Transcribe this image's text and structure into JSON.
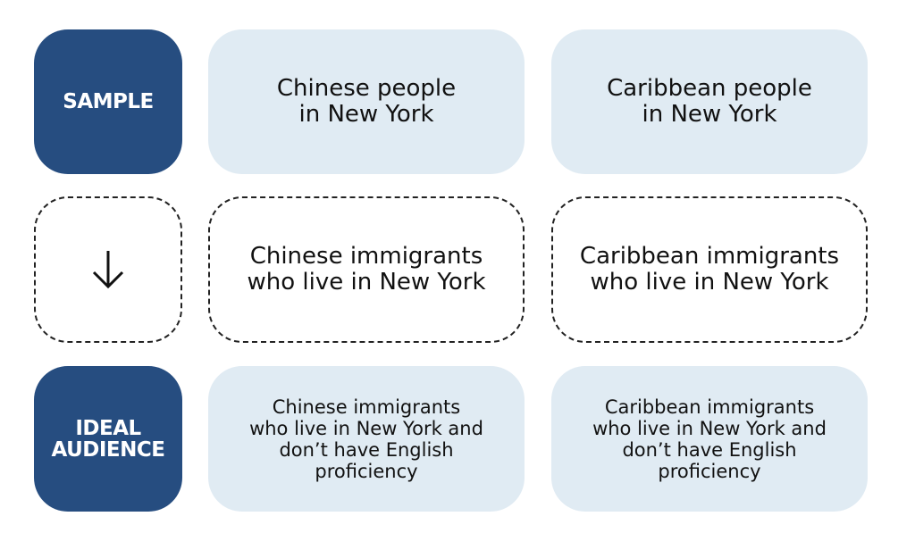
{
  "rows": [
    {
      "label": "SAMPLE",
      "chinese": "Chinese people\nin New York",
      "caribbean": "Caribbean people\nin New York"
    },
    {
      "icon": "arrow-down-icon",
      "chinese": "Chinese immigrants\nwho live in New York",
      "caribbean": "Caribbean immigrants\nwho live in New York"
    },
    {
      "label": "IDEAL\nAUDIENCE",
      "chinese": "Chinese immigrants\nwho live in New York and\ndon’t have English\nproficiency",
      "caribbean": "Caribbean immigrants\nwho live in New York and\ndon’t have English\nproficiency"
    }
  ],
  "colors": {
    "dark": "#264d80",
    "light": "#e0ebf3"
  }
}
